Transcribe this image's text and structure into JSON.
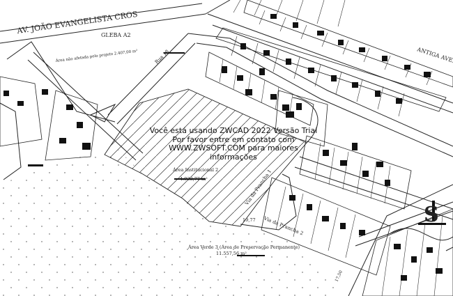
{
  "map": {
    "streets": {
      "av_joao": "AV. JOÃO EVANGELISTA CROS",
      "rua": "Rua 18",
      "antiga": "ANTIGA AVENIDA",
      "via_a": "Via da Prancha 1",
      "via_b": "Via da Prancha 2"
    },
    "areas": {
      "gleba": "GLEBA A2",
      "gleba_sub": "Área não afetada pelo projeto 2.407,00 m²",
      "inst_title": "Área Institucional 2",
      "inst_value": "4.933,77 m²",
      "verde_title": "Área Verde 3 (Área de Preservação Permanente)",
      "verde_value": "11.557,56 m²"
    },
    "dimensions": {
      "d1": "19,77",
      "d2": "17,50"
    },
    "trial_notice": [
      "Você está usando ZWCAD 2022 Versão Trial",
      "Por favor entre em contato com",
      "WWW.ZWSOFT.COM para maiores",
      "informações"
    ],
    "corner_glyph": "S"
  },
  "colors": {
    "ink": "#111111",
    "paper": "#ffffff",
    "text": "#222222"
  }
}
